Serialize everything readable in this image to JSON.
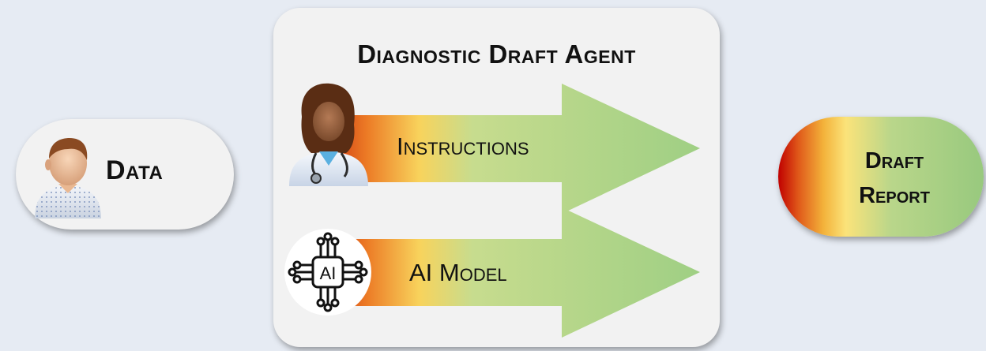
{
  "data_node": {
    "label": "Data",
    "icon": "patient-icon"
  },
  "agent": {
    "title": "Diagnostic Draft Agent",
    "rows": [
      {
        "label": "Instructions",
        "icon": "doctor-icon"
      },
      {
        "label": "AI Model",
        "icon": "ai-chip-icon",
        "icon_text": "AI"
      }
    ]
  },
  "output_node": {
    "line1": "Draft",
    "line2": "Report"
  },
  "colors": {
    "gradient": [
      "#c00000",
      "#f3b23a",
      "#fbe37a",
      "#98c97e"
    ],
    "box": "#f2f2f2",
    "background": "#e6ebf3"
  }
}
